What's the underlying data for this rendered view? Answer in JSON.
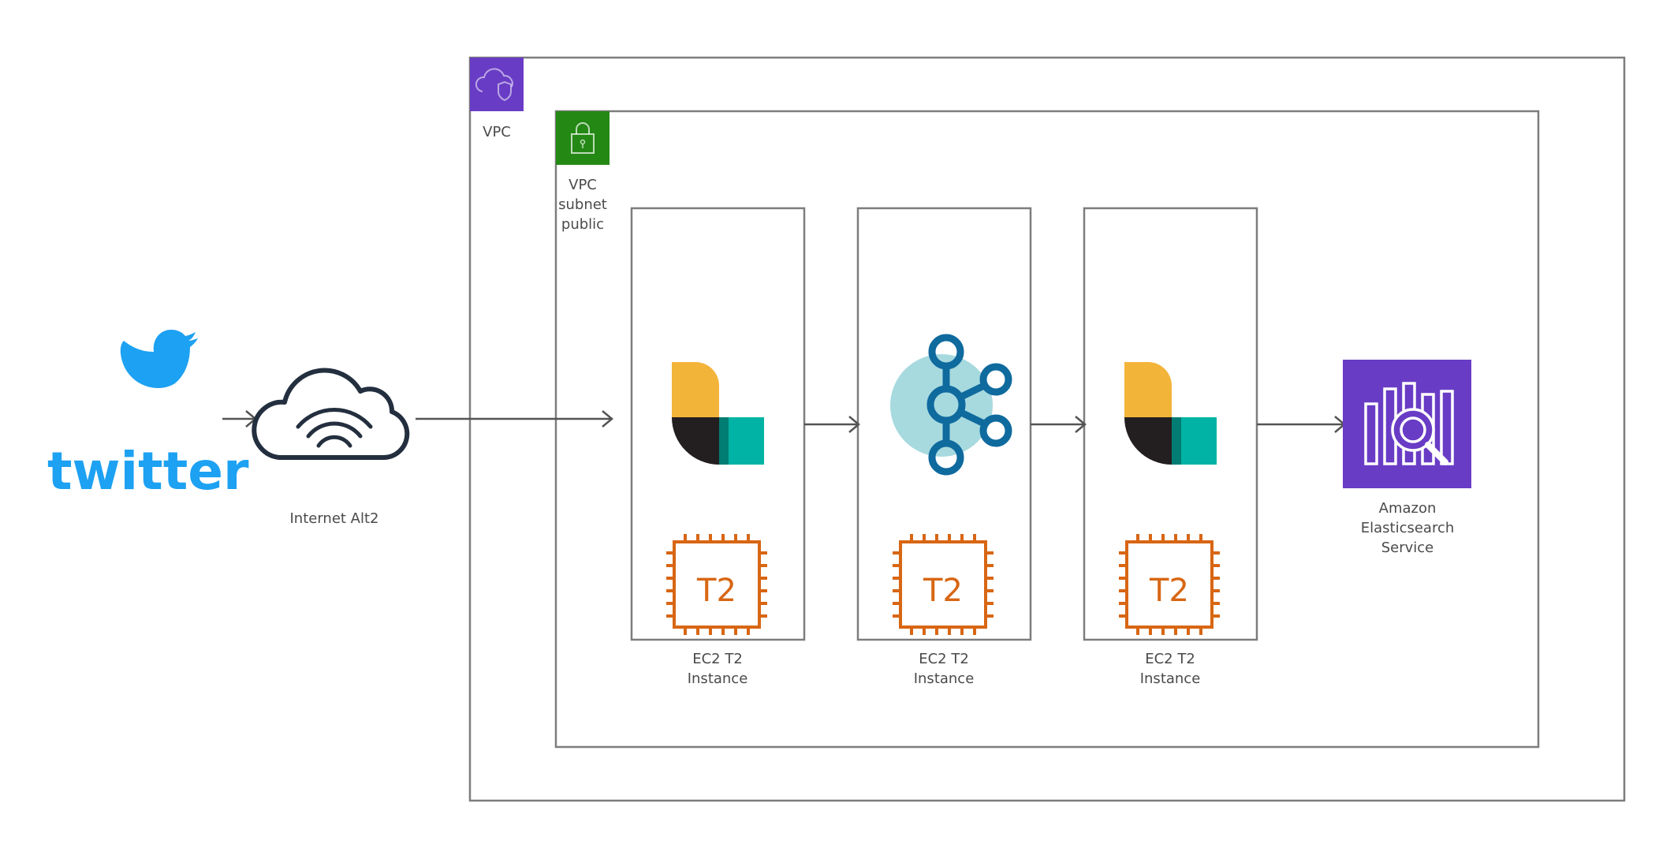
{
  "colors": {
    "vpc": "#693CC5",
    "subnet": "#248814",
    "ec2": "#D86613",
    "elasticsearch_service": "#693CC5",
    "twitter": "#1DA1F2",
    "kafka": "#0F6A9E",
    "kafka_bg": "#A7DADF",
    "logstash_yellow": "#F3B43A",
    "logstash_dark": "#231F20",
    "logstash_teal": "#00B3A4",
    "cloud": "#232F3E",
    "arrow": "#545454",
    "border": "#7d7d7d"
  },
  "labels": {
    "vpc": "VPC",
    "subnet": "VPC\nsubnet\npublic",
    "internet": "Internet Alt2",
    "ec2_1": "EC2 T2\nInstance",
    "ec2_2": "EC2 T2\nInstance",
    "ec2_3": "EC2 T2\nInstance",
    "es_service": "Amazon\nElasticsearch\nService",
    "twitter_wordmark": "twitter",
    "chip_text": "T2"
  },
  "icons": {
    "twitter": "twitter-logo",
    "internet": "internet-cloud-icon",
    "vpc": "vpc-icon",
    "subnet": "subnet-lock-icon",
    "logstash": "logstash-icon",
    "kafka": "kafka-icon",
    "ec2": "ec2-t2-chip-icon",
    "elasticsearch": "elasticsearch-service-icon"
  }
}
